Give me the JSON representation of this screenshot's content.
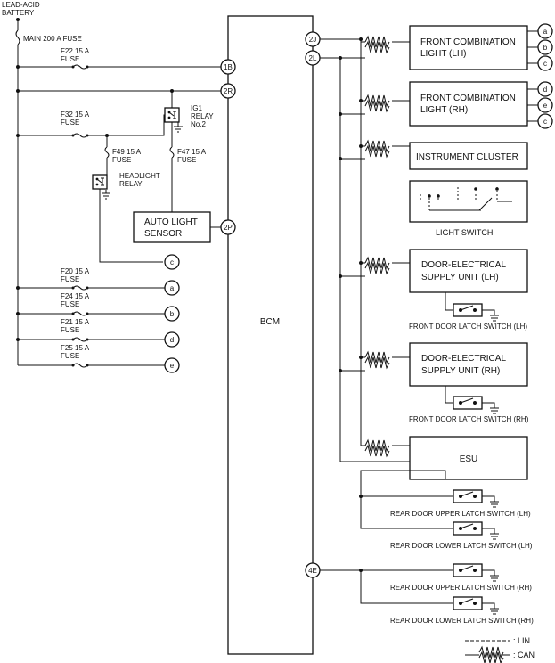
{
  "battery": {
    "line1": "LEAD-ACID",
    "line2": "BATTERY"
  },
  "fuses": {
    "main": "MAIN 200 A FUSE",
    "f22_a": "F22 15 A",
    "f22_b": "FUSE",
    "f32_a": "F32 15 A",
    "f32_b": "FUSE",
    "f49_a": "F49 15 A",
    "f49_b": "FUSE",
    "f47_a": "F47 15 A",
    "f47_b": "FUSE",
    "f20_a": "F20 15 A",
    "f20_b": "FUSE",
    "f24_a": "F24 15 A",
    "f24_b": "FUSE",
    "f21_a": "F21 15 A",
    "f21_b": "FUSE",
    "f25_a": "F25 15 A",
    "f25_b": "FUSE"
  },
  "relays": {
    "ig1_a": "IG1",
    "ig1_b": "RELAY",
    "ig1_c": "No.2",
    "headlight_a": "HEADLIGHT",
    "headlight_b": "RELAY"
  },
  "sensor": {
    "line1": "AUTO LIGHT",
    "line2": "SENSOR"
  },
  "bcm": {
    "label": "BCM"
  },
  "connectors": {
    "c1b": "1B",
    "c2r": "2R",
    "c2p": "2P",
    "c2j": "2J",
    "c2l": "2L",
    "c4e": "4E"
  },
  "refs": {
    "a": "a",
    "b": "b",
    "c": "c",
    "d": "d",
    "e": "e"
  },
  "modules": {
    "fcl_lh_1": "FRONT COMBINATION",
    "fcl_lh_2": "LIGHT (LH)",
    "fcl_rh_1": "FRONT COMBINATION",
    "fcl_rh_2": "LIGHT (RH)",
    "cluster": "INSTRUMENT CLUSTER",
    "light_switch": "LIGHT SWITCH",
    "desu_lh_1": "DOOR-ELECTRICAL",
    "desu_lh_2": "SUPPLY UNIT (LH)",
    "desu_rh_1": "DOOR-ELECTRICAL",
    "desu_rh_2": "SUPPLY UNIT (RH)",
    "esu": "ESU"
  },
  "switches": {
    "fdl_lh": "FRONT DOOR LATCH SWITCH (LH)",
    "fdl_rh": "FRONT DOOR LATCH SWITCH (RH)",
    "rdu_lh": "REAR DOOR UPPER LATCH SWITCH (LH)",
    "rdl_lh": "REAR DOOR LOWER LATCH SWITCH (LH)",
    "rdu_rh": "REAR DOOR UPPER LATCH SWITCH (RH)",
    "rdl_rh": "REAR DOOR LOWER LATCH SWITCH (RH)"
  },
  "legend": {
    "lin": ": LIN",
    "can": ": CAN"
  }
}
